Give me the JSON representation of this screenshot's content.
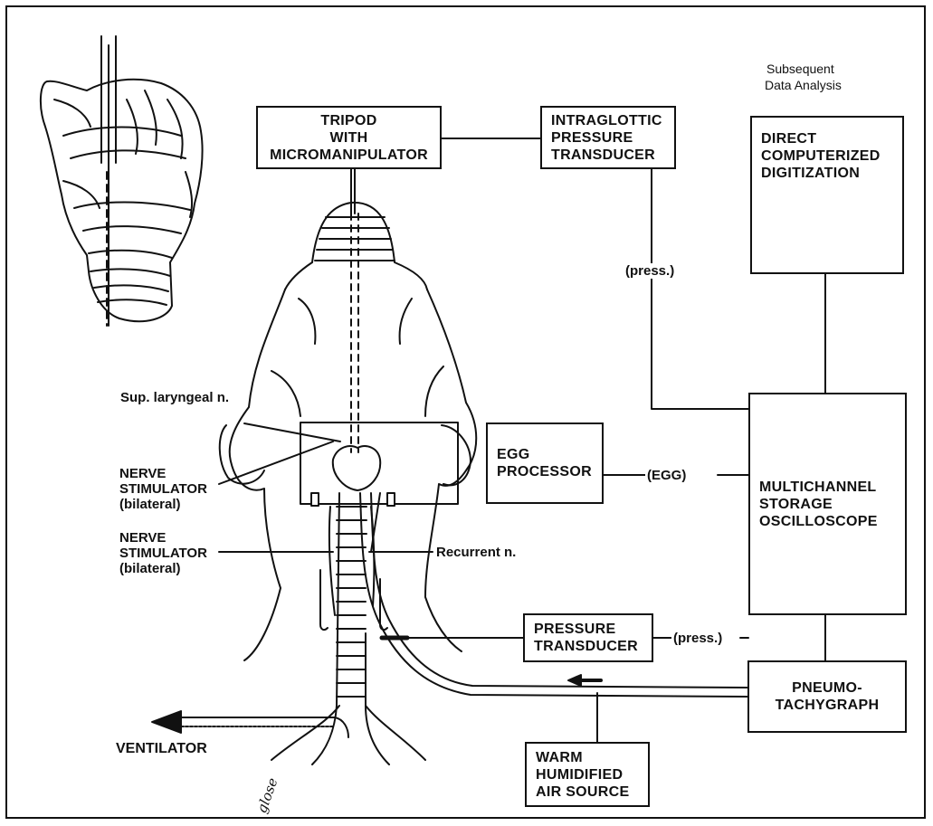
{
  "caption_top": [
    "Subsequent",
    "Data Analysis"
  ],
  "boxes": {
    "tripod": [
      "TRIPOD",
      "WITH",
      "MICROMANIPULATOR"
    ],
    "intraglottic": [
      "INTRAGLOTTIC",
      "PRESSURE",
      "TRANSDUCER"
    ],
    "digitization": [
      "DIRECT",
      "COMPUTERIZED",
      "DIGITIZATION"
    ],
    "egg_processor": [
      "EGG",
      "PROCESSOR"
    ],
    "oscilloscope": [
      "MULTICHANNEL",
      "STORAGE",
      "OSCILLOSCOPE"
    ],
    "pressure_transducer": [
      "PRESSURE",
      "TRANSDUCER"
    ],
    "pneumotachygraph": [
      "PNEUMO-",
      "TACHYGRAPH"
    ],
    "air_source": [
      "WARM",
      "HUMIDIFIED",
      "AIR SOURCE"
    ]
  },
  "labels": {
    "press_top": "(press.)",
    "egg": "(EGG)",
    "press_bottom": "(press.)",
    "sup_laryngeal": "Sup. laryngeal n.",
    "nerve_stim_1": [
      "NERVE",
      "STIMULATOR",
      "(bilateral)"
    ],
    "nerve_stim_2": [
      "NERVE",
      "STIMULATOR",
      "(bilateral)"
    ],
    "recurrent": "Recurrent n.",
    "ventilator": "VENTILATOR"
  },
  "signature": "glose"
}
